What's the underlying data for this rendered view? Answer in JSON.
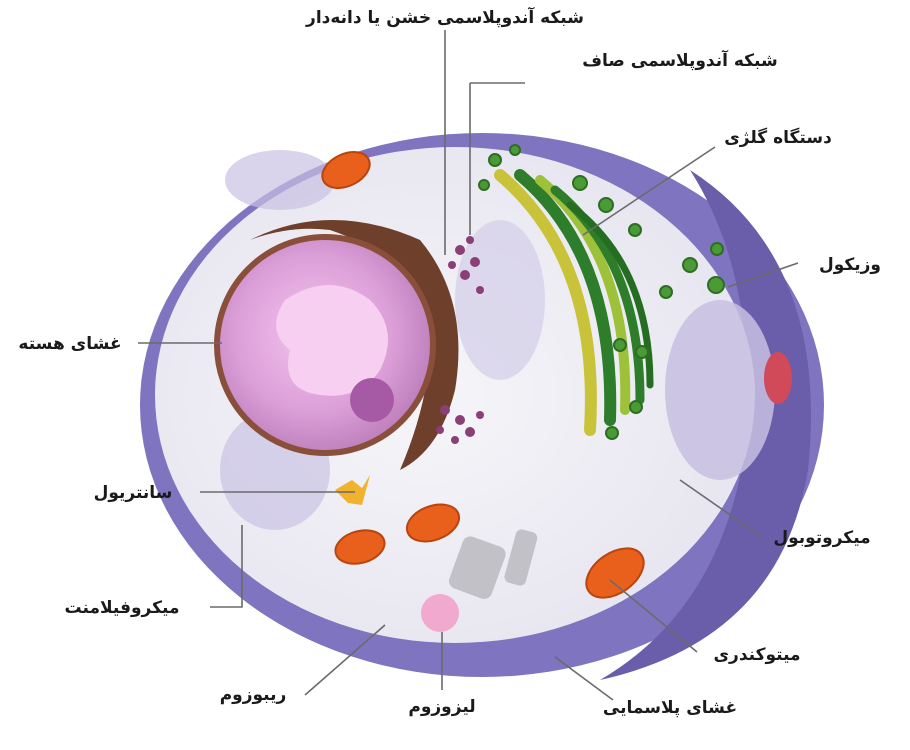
{
  "labels": {
    "rough_er": "شبکه آندوپلاسمی خشن یا دانه‌دار",
    "smooth_er": "شبکه آندوپلاسمی صاف",
    "golgi": "دستگاه گلژی",
    "vesicle": "وزیکول",
    "nuclear_membrane": "غشای هسته",
    "centriole": "سانتریول",
    "microfilament": "میکروفیلامنت",
    "ribosome": "ریبوزوم",
    "lysosome": "لیزوزوم",
    "plasma_membrane": "غشای پلاسمایی",
    "mitochondrion": "میتوکندری",
    "microtubule": "میکروتوبول"
  },
  "colors": {
    "membrane_outer": "#8d83c4",
    "membrane_shadow": "#6f62b0",
    "cytoplasm": "#eeedf3",
    "nucleus": "#d59bd3",
    "nucleolus": "#a65aa6",
    "golgi": "#2e7d2a",
    "golgi_light": "#9dc23a",
    "mitochondria": "#e8601c",
    "lysosome": "#f2a9cf",
    "rough_er_dots": "#7d3e6e"
  }
}
